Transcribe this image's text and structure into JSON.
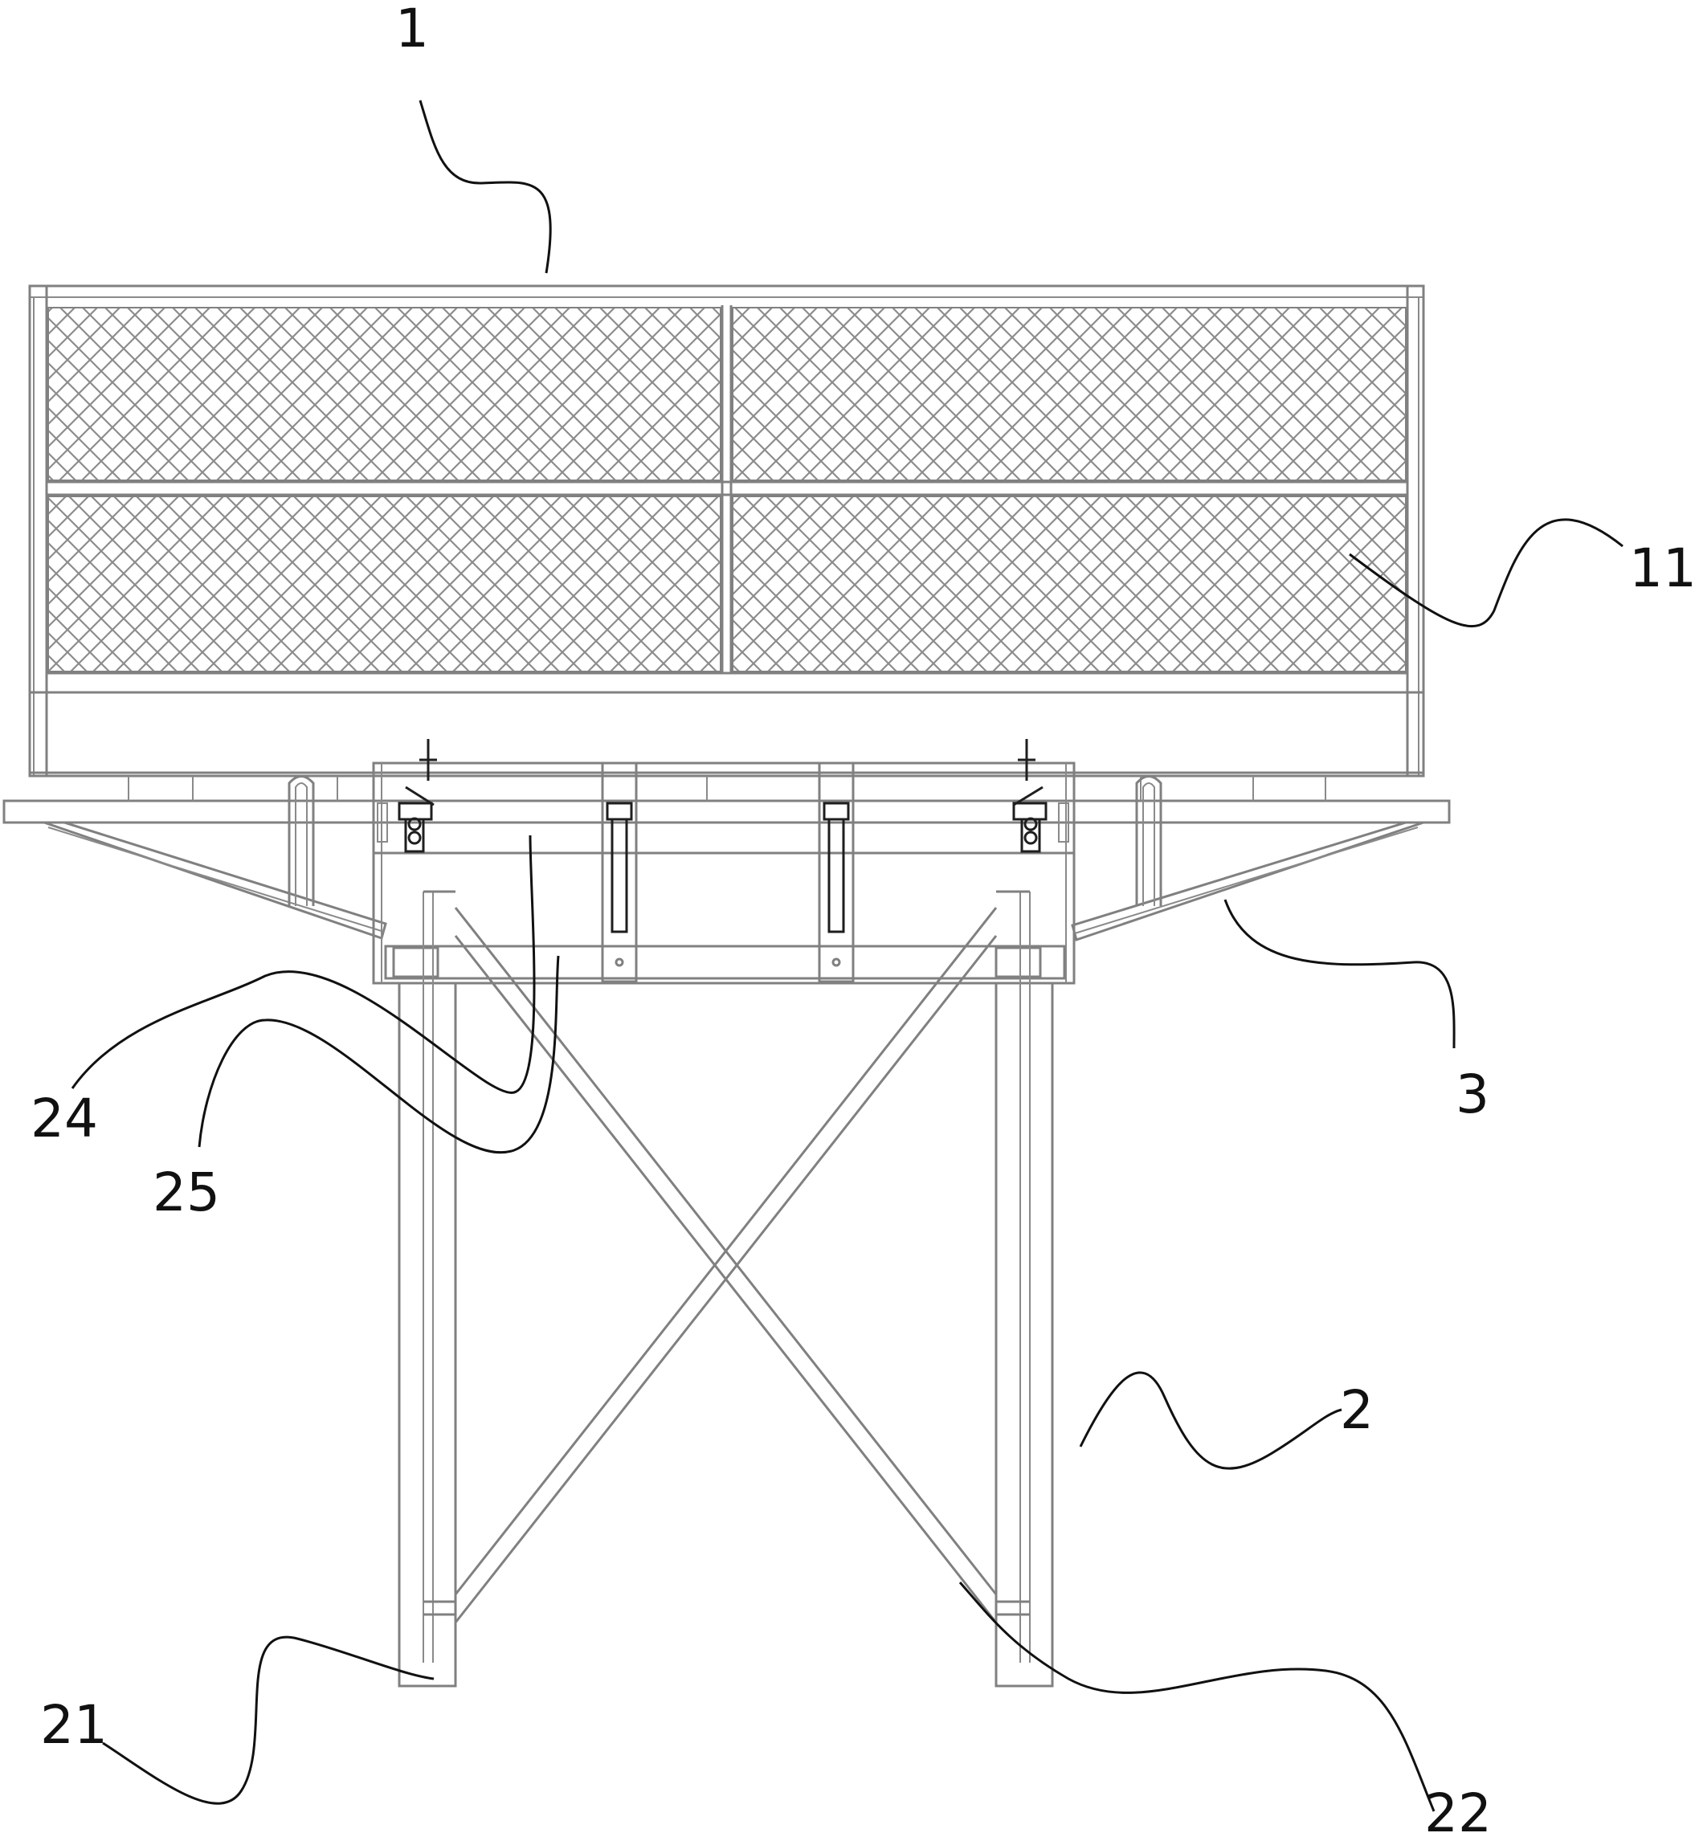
{
  "labels": {
    "l1": "1",
    "l11": "11",
    "l3": "3",
    "l24": "24",
    "l25": "25",
    "l2": "2",
    "l21": "21",
    "l22": "22"
  },
  "colors": {
    "structure": "#808080",
    "leader": "#111111",
    "background": "#ffffff"
  }
}
